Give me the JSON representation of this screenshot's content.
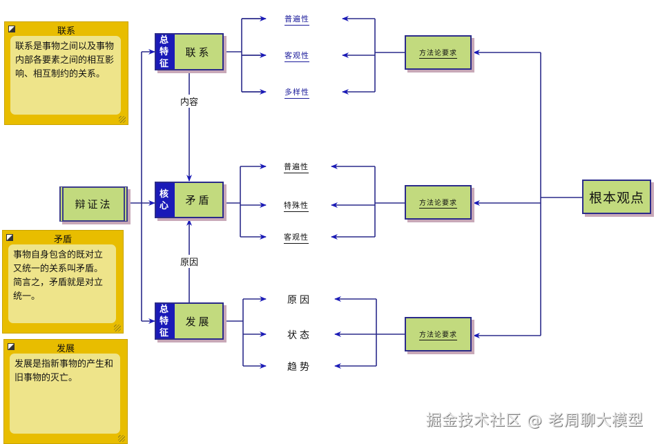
{
  "notes": [
    {
      "title": "联系",
      "body": "联系是事物之间以及事物内部各要素之间的相互影响、相互制约的关系。"
    },
    {
      "title": "矛盾",
      "body": "事物自身包含的既对立又统一的关系叫矛盾。简言之，矛盾就是对立统一。"
    },
    {
      "title": "发展",
      "body": "发展是指新事物的产生和旧事物的灭亡。"
    }
  ],
  "root_left": "辩证法",
  "root_right": "根本观点",
  "branches": [
    {
      "tag": [
        "总",
        "特",
        "征"
      ],
      "label": "联系",
      "leaves": [
        "普遍性",
        "客观性",
        "多样性"
      ],
      "method": "方法论要求"
    },
    {
      "tag": [
        "核",
        "心"
      ],
      "label": "矛盾",
      "leaves": [
        "普遍性",
        "特殊性",
        "客观性"
      ],
      "method": "方法论要求"
    },
    {
      "tag": [
        "总",
        "特",
        "征"
      ],
      "label": "发展",
      "leaves": [
        "原因",
        "状态",
        "趋势"
      ],
      "method": "方法论要求"
    }
  ],
  "edge_labels": {
    "content": "内容",
    "cause": "原因"
  },
  "colors": {
    "line": "#2a2a8a",
    "arrow": "#1a1ab8",
    "box_fill": "#c2da7e",
    "tag_fill": "#1a1ab8",
    "note_fill": "#e8bd00"
  },
  "watermark": "掘金技术社区 @ 老周聊大模型"
}
